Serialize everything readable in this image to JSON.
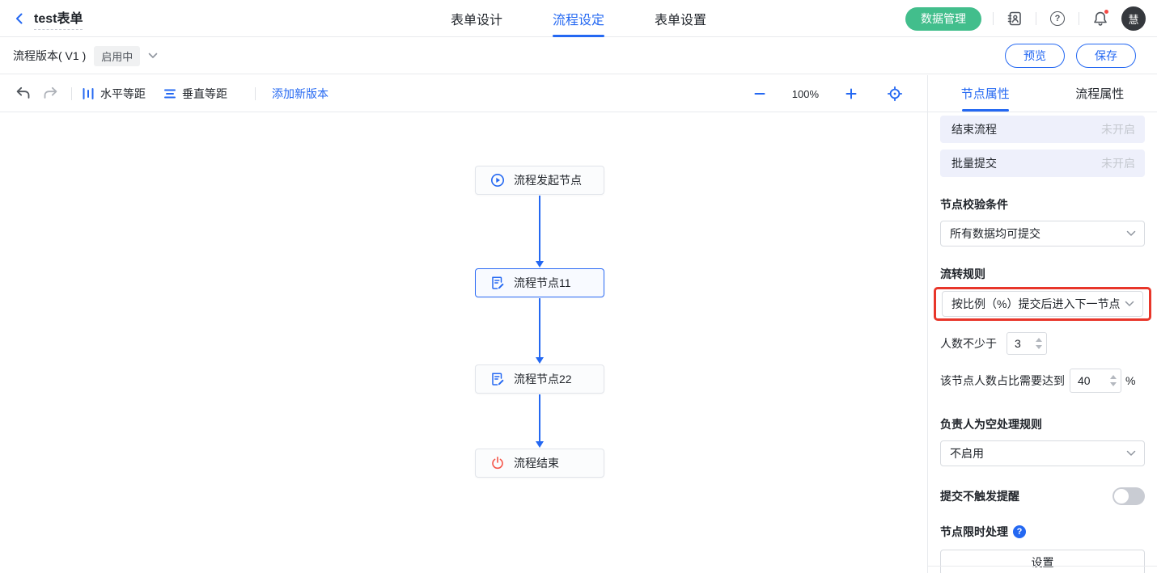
{
  "colors": {
    "primary_blue": "#2468f2",
    "green": "#42be8c",
    "annotation_red": "#e8362a",
    "node_end_red": "#f55448",
    "row_highlight": "#eef0fb",
    "muted_text": "#c4c8cf"
  },
  "header": {
    "title": "test表单",
    "tabs": [
      {
        "label": "表单设计",
        "active": false
      },
      {
        "label": "流程设定",
        "active": true
      },
      {
        "label": "表单设置",
        "active": false
      }
    ],
    "data_manage_button": "数据管理",
    "help_glyph": "?",
    "avatar_text": "慧"
  },
  "version_bar": {
    "version_label": "流程版本( V1 )",
    "status_badge": "启用中",
    "preview_button": "预览",
    "save_button": "保存"
  },
  "toolbar": {
    "horizontal_spacing_label": "水平等距",
    "vertical_spacing_label": "垂直等距",
    "add_version_link": "添加新版本",
    "zoom_level": "100%"
  },
  "canvas": {
    "nodes": [
      {
        "label": "流程发起节点",
        "icon": "play-circle-icon"
      },
      {
        "label": "流程节点11",
        "icon": "edit-doc-icon",
        "selected": true
      },
      {
        "label": "流程节点22",
        "icon": "edit-doc-icon"
      },
      {
        "label": "流程结束",
        "icon": "power-icon"
      }
    ]
  },
  "panel": {
    "tabs": [
      {
        "label": "节点属性",
        "active": true
      },
      {
        "label": "流程属性",
        "active": false
      }
    ],
    "setting_rows": [
      {
        "label": "结束流程",
        "value": "未开启"
      },
      {
        "label": "批量提交",
        "value": "未开启"
      }
    ],
    "validation": {
      "label": "节点校验条件",
      "value": "所有数据均可提交"
    },
    "flow_rule": {
      "label": "流转规则",
      "value": "按比例（%）提交后进入下一节点"
    },
    "min_people": {
      "label": "人数不少于",
      "value": "3"
    },
    "ratio": {
      "label": "该节点人数占比需要达到",
      "value": "40",
      "unit": "%"
    },
    "empty_owner": {
      "label": "负责人为空处理规则",
      "value": "不启用"
    },
    "no_remind": {
      "label": "提交不触发提醒",
      "enabled": false
    },
    "time_limit": {
      "label": "节点限时处理",
      "help_glyph": "?",
      "button": "设置"
    }
  }
}
